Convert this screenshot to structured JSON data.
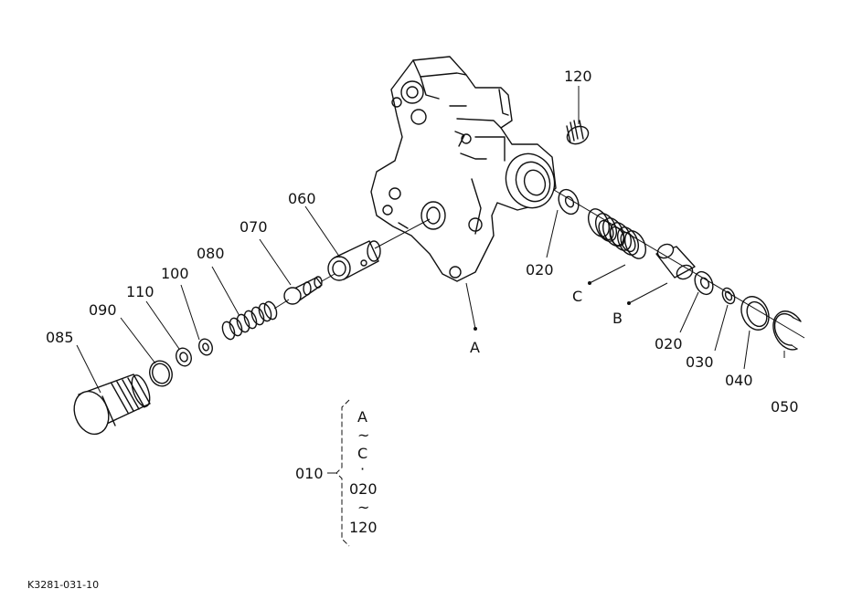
{
  "labels": {
    "p120": "120",
    "p060": "060",
    "p070": "070",
    "p080": "080",
    "p100": "100",
    "p110": "110",
    "p090": "090",
    "p085": "085",
    "p020a": "020",
    "p020b": "020",
    "refA": "A",
    "refB": "B",
    "refC": "C",
    "p030": "030",
    "p040": "040",
    "p050": "050"
  },
  "assembly": {
    "number": "010",
    "line1": "A",
    "tilde1": "~",
    "line2": "C",
    "dot": "·",
    "line3": "020",
    "tilde2": "~",
    "line4": "120"
  },
  "figure_code": "K3281-031-10"
}
